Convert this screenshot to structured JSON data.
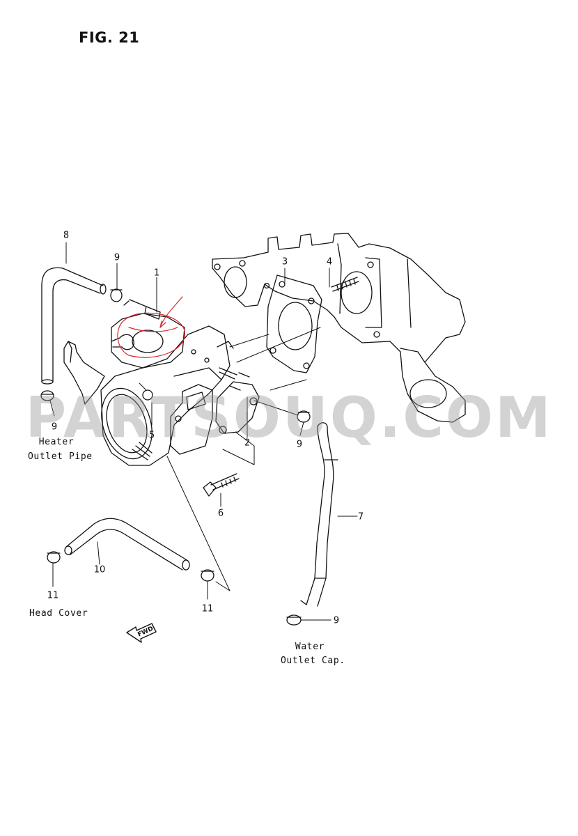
{
  "figure": {
    "title": "FIG. 21"
  },
  "watermark": {
    "text": "PARTSOUQ.COM"
  },
  "callouts": {
    "c1": "1",
    "c2": "2",
    "c3": "3",
    "c4": "4",
    "c5": "5",
    "c6": "6",
    "c7": "7",
    "c8": "8",
    "c9a": "9",
    "c9b": "9",
    "c9c": "9",
    "c9d": "9",
    "c10": "10",
    "c11a": "11",
    "c11b": "11"
  },
  "notes": {
    "heater_line1": "Heater",
    "heater_line2": "Outlet Pipe",
    "head_cover": "Head Cover",
    "water_line1": "Water",
    "water_line2": "Outlet Cap."
  },
  "direction": {
    "label": "FWD"
  },
  "colors": {
    "line": "#111111",
    "markup": "#d8282c",
    "watermark": "#9a9a9a"
  }
}
